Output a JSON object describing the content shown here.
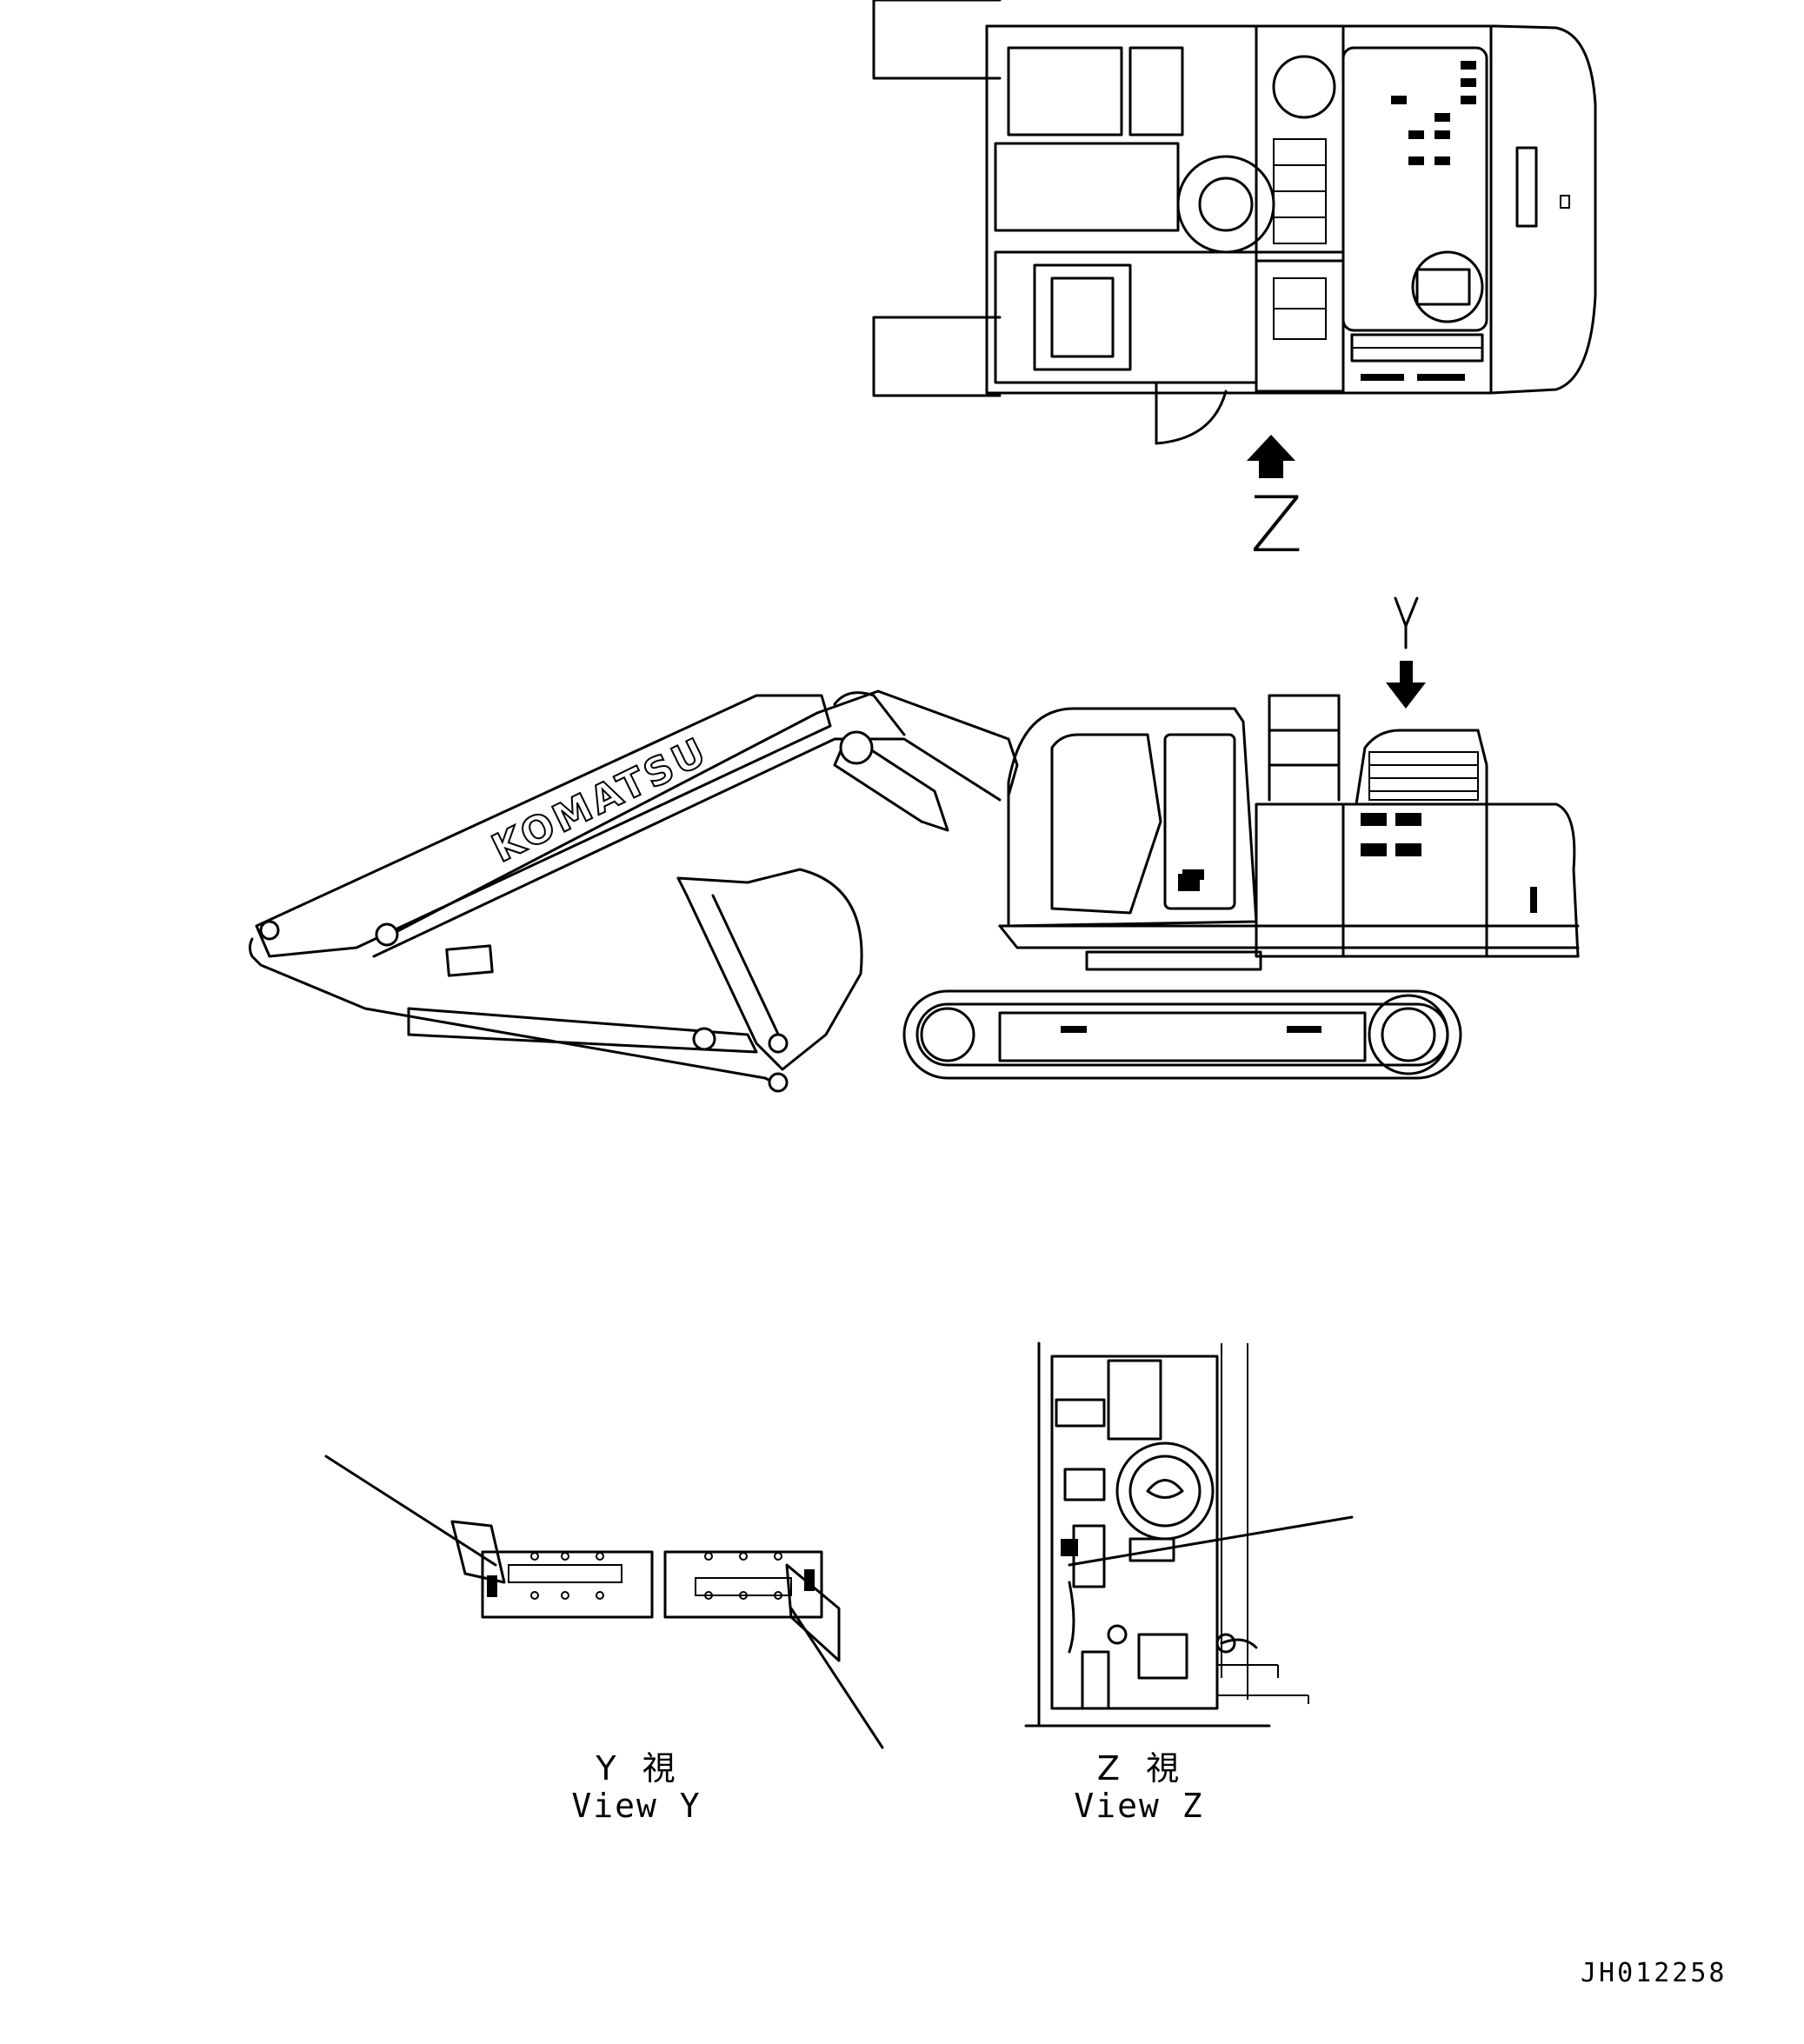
{
  "markers": {
    "view_z_arrow_letter": "Z",
    "view_y_arrow_letter": "Y"
  },
  "machine": {
    "boom_brand": "KOMATSU"
  },
  "captions": {
    "view_y": {
      "jp": "Y  視",
      "en": "View Y"
    },
    "view_z": {
      "jp": "Z  視",
      "en": "View Z"
    }
  },
  "drawing_code": "JH012258",
  "icons": [
    "arrow-up-icon",
    "arrow-down-icon"
  ]
}
